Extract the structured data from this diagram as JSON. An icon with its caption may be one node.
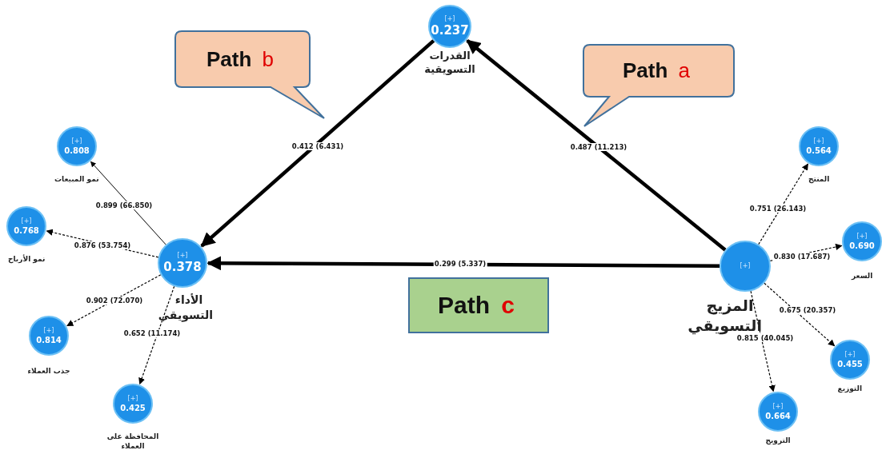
{
  "diagram": {
    "nodes": [
      {
        "text": [
          "Path",
          "b"
        ]
      },
      {
        "text": [
          "[+]",
          "0.237"
        ],
        "beside": [
          "القدرات التسويقية"
        ]
      },
      {
        "text": [
          "Path",
          "a"
        ]
      },
      {
        "text": [
          "[+]",
          "0.808"
        ],
        "beside": [
          "نمو المبيعات"
        ]
      },
      {
        "text": [
          "[+]",
          "0.564"
        ],
        "beside": [
          "المنتج"
        ]
      },
      {
        "text": [
          "[+]",
          "0.768"
        ],
        "beside": [
          "نمو الأرباح"
        ]
      },
      {
        "text": [
          "[+]",
          "0.378"
        ],
        "beside": [
          "الأداء التسويقي"
        ]
      },
      {
        "text": [
          "[+]"
        ],
        "beside": [
          "المزيج التسويقي"
        ]
      },
      {
        "text": [
          "[+]",
          "0.690"
        ],
        "beside": [
          "السعر"
        ]
      },
      {
        "text": [
          "Path",
          "c"
        ]
      },
      {
        "text": [
          "[+]",
          "0.814"
        ],
        "beside": [
          "جذب العملاء"
        ]
      },
      {
        "text": [
          "[+]",
          "0.455"
        ],
        "beside": [
          "التوزيع"
        ]
      },
      {
        "text": [
          "[+]",
          "0.425"
        ],
        "beside": [
          "المحافظة على العملاء"
        ]
      },
      {
        "text": [
          "[+]",
          "0.664"
        ],
        "beside": [
          "الترويج"
        ]
      }
    ],
    "edges": [
      {
        "from": 1,
        "to": 6,
        "arrow": "to",
        "label": "0.412 (6.431)",
        "style": "thick"
      },
      {
        "from": 7,
        "to": 1,
        "arrow": "to",
        "label": "0.487 (11.213)",
        "style": "thick"
      },
      {
        "from": 7,
        "to": 6,
        "arrow": "to",
        "label": "0.299 (5.337)",
        "style": "thick"
      },
      {
        "from": 6,
        "to": 3,
        "arrow": "to",
        "label": "0.899 (66.850)"
      },
      {
        "from": 6,
        "to": 5,
        "arrow": "to",
        "label": "0.876 (53.754)",
        "style": "dashed"
      },
      {
        "from": 6,
        "to": 10,
        "arrow": "to",
        "label": "0.902 (72.070)",
        "style": "dashed"
      },
      {
        "from": 6,
        "to": 12,
        "arrow": "to",
        "label": "0.652 (11.174)",
        "style": "dashed"
      },
      {
        "from": 7,
        "to": 4,
        "arrow": "to",
        "label": "0.751 (26.143)",
        "style": "dashed"
      },
      {
        "from": 7,
        "to": 8,
        "arrow": "to",
        "label": "0.830 (17.687)",
        "style": "dashed"
      },
      {
        "from": 7,
        "to": 11,
        "arrow": "to",
        "label": "0.675 (20.357)",
        "style": "dashed"
      },
      {
        "from": 7,
        "to": 13,
        "arrow": "to",
        "label": "0.815 (40.045)",
        "style": "dashed"
      }
    ]
  }
}
